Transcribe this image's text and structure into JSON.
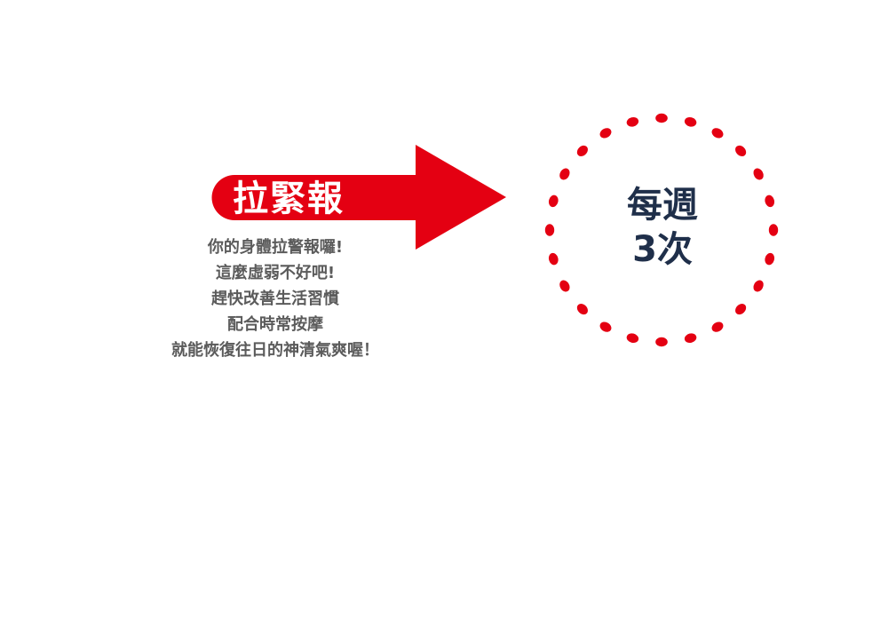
{
  "banner": {
    "text": "拉緊報",
    "color": "#e40012"
  },
  "message": {
    "lines": [
      "你的身體拉警報囉!",
      "這麼虛弱不好吧!",
      "趕快改善生活習慣",
      "配合時常按摩",
      "就能恢復往日的神清氣爽喔！"
    ],
    "color": "#5b5b5b"
  },
  "badge": {
    "line1": "每週",
    "line2": "3次",
    "text_color": "#1f2f4a",
    "dot_color": "#e40012"
  }
}
